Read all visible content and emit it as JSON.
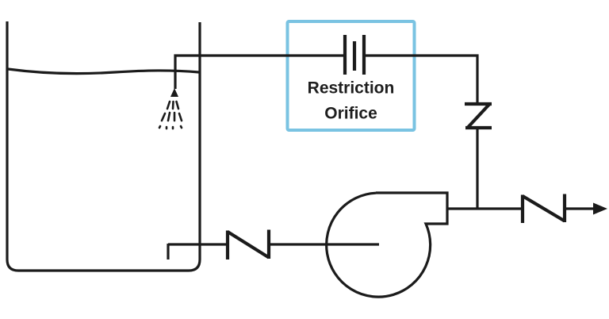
{
  "diagram": {
    "type": "process-flow-schematic",
    "label": {
      "line1": "Restriction",
      "line2": "Orifice"
    },
    "components": [
      "tank",
      "liquid-level-line",
      "spray-nozzle",
      "recycle-line",
      "restriction-orifice-symbol",
      "vertical-check-valve",
      "suction-line",
      "suction-check-valve",
      "centrifugal-pump",
      "discharge-line",
      "discharge-check-valve",
      "outflow-arrow"
    ]
  },
  "colors": {
    "line": "#1b1b1b",
    "highlight": "#7ac3e2",
    "text": "#1e1e1e",
    "background": "#ffffff"
  }
}
